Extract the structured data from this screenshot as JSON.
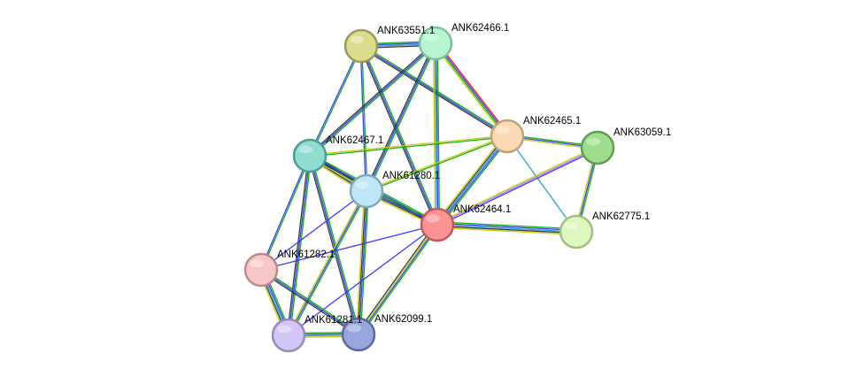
{
  "network": {
    "nodes": [
      {
        "id": "ANK63551.1",
        "label": "ANK63551.1",
        "color": "#dcdc8f",
        "border": "#9a9a5a"
      },
      {
        "id": "ANK62466.1",
        "label": "ANK62466.1",
        "color": "#b6f5cf",
        "border": "#7fbf9a"
      },
      {
        "id": "ANK62465.1",
        "label": "ANK62465.1",
        "color": "#fbd9b4",
        "border": "#c1a07c"
      },
      {
        "id": "ANK63059.1",
        "label": "ANK63059.1",
        "color": "#9ddd8c",
        "border": "#5f9e52"
      },
      {
        "id": "ANK62467.1",
        "label": "ANK62467.1",
        "color": "#8fdcd1",
        "border": "#4f9c93"
      },
      {
        "id": "ANK61280.1",
        "label": "ANK61280.1",
        "color": "#bfe5f7",
        "border": "#7faabd"
      },
      {
        "id": "ANK62464.1",
        "label": "ANK62464.1",
        "color": "#fb9393",
        "border": "#bf5a5a"
      },
      {
        "id": "ANK62775.1",
        "label": "ANK62775.1",
        "color": "#ddf8bf",
        "border": "#a2bd84"
      },
      {
        "id": "ANK61282.1",
        "label": "ANK61282.1",
        "color": "#f7c6c6",
        "border": "#bb8a8a"
      },
      {
        "id": "ANK61281.1",
        "label": "ANK61281.1",
        "color": "#d3c6f7",
        "border": "#9689bb"
      },
      {
        "id": "ANK62099.1",
        "label": "ANK62099.1",
        "color": "#97a6dd",
        "border": "#5a69a0"
      }
    ],
    "edges": [
      {
        "source": "ANK63551.1",
        "target": "ANK62466.1",
        "colors": [
          "#00b000",
          "#3333ff",
          "#1ea0c8",
          "#333333"
        ]
      },
      {
        "source": "ANK63551.1",
        "target": "ANK62465.1",
        "colors": [
          "#00b000",
          "#3333ff",
          "#333333"
        ]
      },
      {
        "source": "ANK63551.1",
        "target": "ANK62467.1",
        "colors": [
          "#00b000",
          "#3333ff"
        ]
      },
      {
        "source": "ANK63551.1",
        "target": "ANK61280.1",
        "colors": [
          "#00b000",
          "#3333ff"
        ]
      },
      {
        "source": "ANK63551.1",
        "target": "ANK62464.1",
        "colors": [
          "#00b000",
          "#3333ff",
          "#333333"
        ]
      },
      {
        "source": "ANK62466.1",
        "target": "ANK62465.1",
        "colors": [
          "#ff0000",
          "#3333ff",
          "#00b000",
          "#c8c800"
        ]
      },
      {
        "source": "ANK62466.1",
        "target": "ANK62467.1",
        "colors": [
          "#00b000",
          "#3333ff",
          "#333333"
        ]
      },
      {
        "source": "ANK62466.1",
        "target": "ANK61280.1",
        "colors": [
          "#00b000",
          "#3333ff",
          "#333333"
        ]
      },
      {
        "source": "ANK62466.1",
        "target": "ANK62464.1",
        "colors": [
          "#00b000",
          "#3333ff",
          "#1ea0c8",
          "#c8c800"
        ]
      },
      {
        "source": "ANK62465.1",
        "target": "ANK63059.1",
        "colors": [
          "#00b000",
          "#3333ff",
          "#c8c800"
        ]
      },
      {
        "source": "ANK62465.1",
        "target": "ANK62467.1",
        "colors": [
          "#00b000",
          "#c8c800"
        ]
      },
      {
        "source": "ANK62465.1",
        "target": "ANK61280.1",
        "colors": [
          "#00b000",
          "#c8c800"
        ]
      },
      {
        "source": "ANK62465.1",
        "target": "ANK62464.1",
        "colors": [
          "#00b000",
          "#3333ff",
          "#1ea0c8",
          "#333333",
          "#c8c800"
        ]
      },
      {
        "source": "ANK62465.1",
        "target": "ANK62775.1",
        "colors": [
          "#1ea0c8"
        ]
      },
      {
        "source": "ANK63059.1",
        "target": "ANK62775.1",
        "colors": [
          "#00b000",
          "#3333ff",
          "#c8c800"
        ]
      },
      {
        "source": "ANK63059.1",
        "target": "ANK62464.1",
        "colors": [
          "#3333ff",
          "#b078ff",
          "#c8c800"
        ]
      },
      {
        "source": "ANK62467.1",
        "target": "ANK61280.1",
        "colors": [
          "#00b000",
          "#3333ff",
          "#1ea0c8",
          "#333333",
          "#c8c800"
        ]
      },
      {
        "source": "ANK62467.1",
        "target": "ANK62464.1",
        "colors": [
          "#00b000",
          "#3333ff",
          "#333333",
          "#c8c800"
        ]
      },
      {
        "source": "ANK62467.1",
        "target": "ANK61282.1",
        "colors": [
          "#00b000",
          "#3333ff"
        ]
      },
      {
        "source": "ANK62467.1",
        "target": "ANK61281.1",
        "colors": [
          "#00b000",
          "#3333ff",
          "#333333"
        ]
      },
      {
        "source": "ANK62467.1",
        "target": "ANK62099.1",
        "colors": [
          "#00b000",
          "#3333ff",
          "#333333"
        ]
      },
      {
        "source": "ANK61280.1",
        "target": "ANK62464.1",
        "colors": [
          "#00b000",
          "#3333ff",
          "#333333",
          "#c8c800"
        ]
      },
      {
        "source": "ANK61280.1",
        "target": "ANK61282.1",
        "colors": [
          "#3333ff"
        ]
      },
      {
        "source": "ANK61280.1",
        "target": "ANK61281.1",
        "colors": [
          "#00b000",
          "#3333ff",
          "#c8c800"
        ]
      },
      {
        "source": "ANK61280.1",
        "target": "ANK62099.1",
        "colors": [
          "#00b000",
          "#3333ff",
          "#333333",
          "#c8c800"
        ]
      },
      {
        "source": "ANK62464.1",
        "target": "ANK62775.1",
        "colors": [
          "#00b000",
          "#3333ff",
          "#1ea0c8",
          "#333333",
          "#c8c800"
        ]
      },
      {
        "source": "ANK62464.1",
        "target": "ANK61282.1",
        "colors": [
          "#3333ff"
        ]
      },
      {
        "source": "ANK62464.1",
        "target": "ANK61281.1",
        "colors": [
          "#3333ff"
        ]
      },
      {
        "source": "ANK62464.1",
        "target": "ANK62099.1",
        "colors": [
          "#00b000",
          "#3333ff",
          "#c8c800",
          "#333333"
        ]
      },
      {
        "source": "ANK61282.1",
        "target": "ANK61281.1",
        "colors": [
          "#00b000",
          "#3333ff",
          "#1ea0c8",
          "#333333",
          "#c8c800"
        ]
      },
      {
        "source": "ANK61282.1",
        "target": "ANK62099.1",
        "colors": [
          "#00b000",
          "#3333ff",
          "#333333"
        ]
      },
      {
        "source": "ANK61281.1",
        "target": "ANK62099.1",
        "colors": [
          "#00b000",
          "#3333ff",
          "#1ea0c8",
          "#c8c800"
        ]
      }
    ]
  }
}
